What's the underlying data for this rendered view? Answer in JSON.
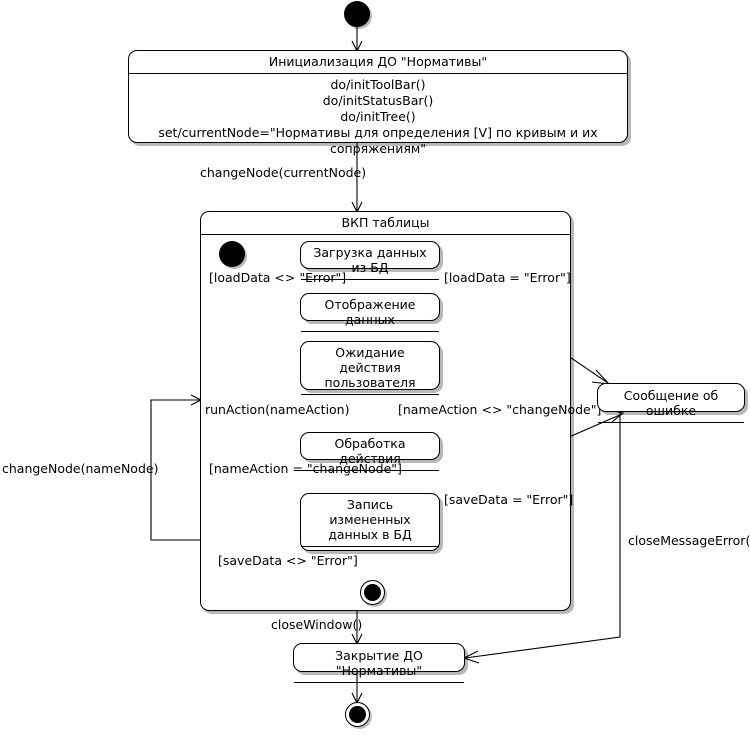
{
  "diagram": {
    "kind": "uml-state-machine-diagram",
    "language": "ru"
  },
  "states": {
    "init": {
      "title": "Инициализация ДО \"Нормативы\"",
      "body": "do/initToolBar()\ndo/initStatusBar()\ndo/initTree()\nset/currentNode=\"Нормативы для определения [V] по кривым и их сопряжениям\""
    },
    "composite": {
      "title": "ВКП таблицы"
    },
    "load": {
      "title": "Загрузка данных из БД"
    },
    "display": {
      "title": "Отображение данных"
    },
    "wait": {
      "title": "Ожидание действия\nпользователя"
    },
    "process": {
      "title": "Обработка действия"
    },
    "save": {
      "title": "Запись измененных\nданных в БД"
    },
    "error": {
      "title": "Сообщение об ошибке"
    },
    "close": {
      "title": "Закрытие ДО \"Нормативы\""
    }
  },
  "transitions": {
    "change_node_current": "changeNode(currentNode)",
    "load_ok": "[loadData <> \"Error\"]",
    "load_err": "[loadData = \"Error\"]",
    "run_action": "runAction(nameAction)",
    "action_other": "[nameAction <> \"changeNode\"]",
    "action_change": "[nameAction = \"changeNode\"]",
    "save_err": "[saveData = \"Error\"]",
    "save_ok": "[saveData <> \"Error\"]",
    "change_node_name": "changeNode(nameNode)",
    "close_window": "closeWindow()",
    "close_message_error": "closeMessageError()"
  }
}
